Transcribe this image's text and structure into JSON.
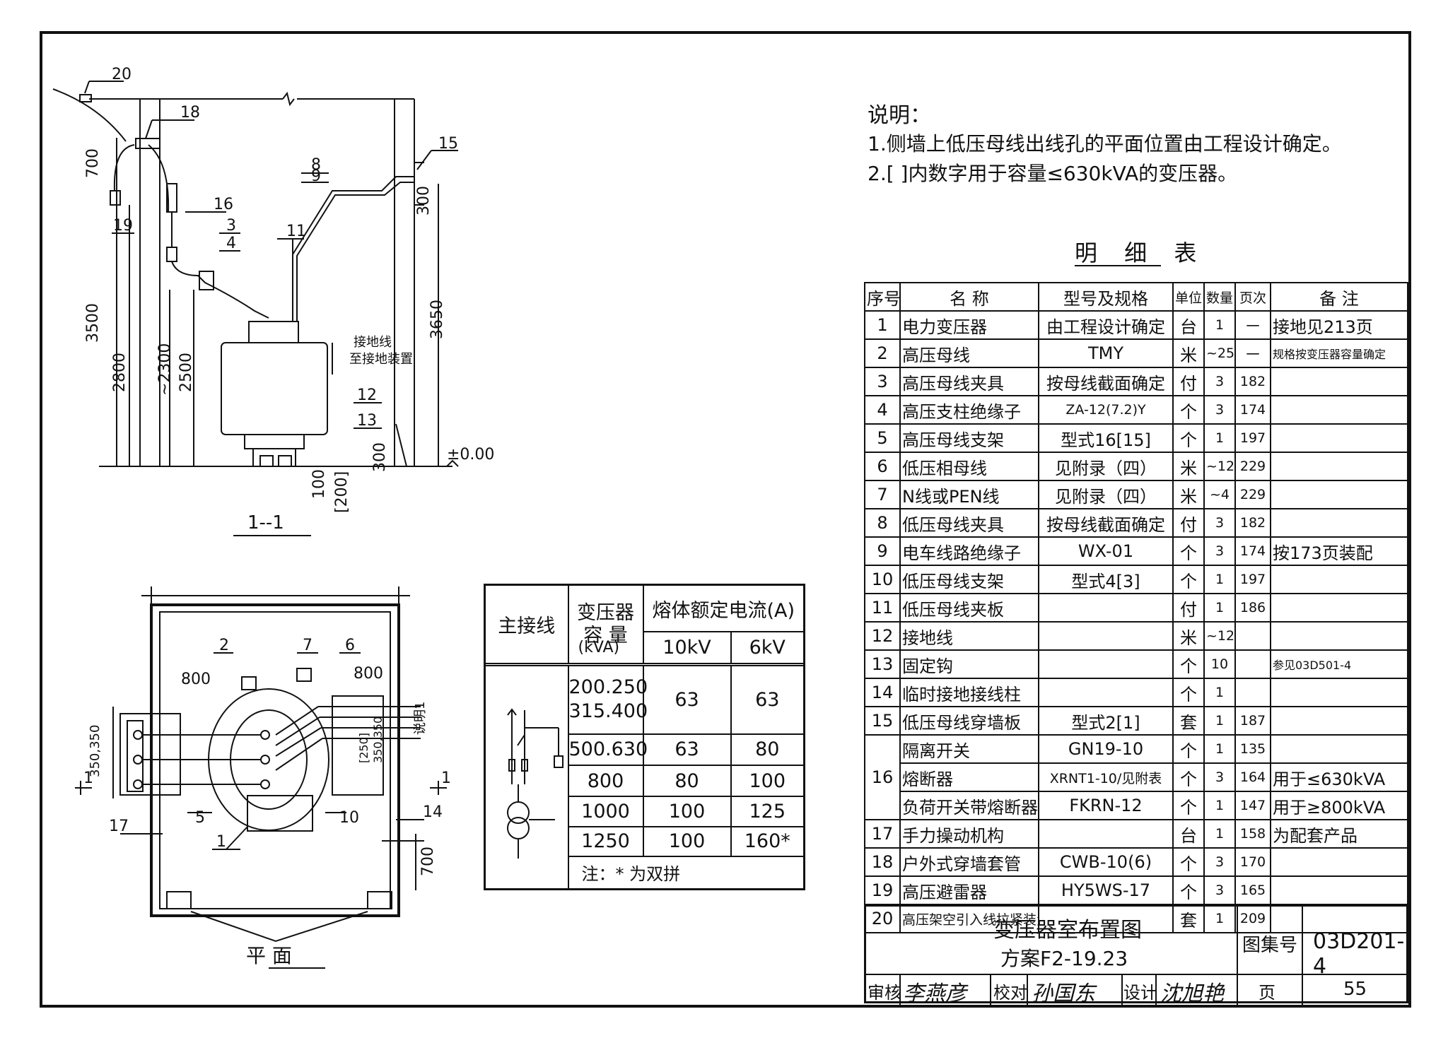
{
  "notes": {
    "heading": "说明：",
    "items": [
      "1.侧墙上低压母线出线孔的平面位置由工程设计确定。",
      "2.[ ]内数字用于容量≤630kVA的变压器。"
    ]
  },
  "section_view": {
    "title": "1--1",
    "dims": {
      "d700": "700",
      "d3500": "3500",
      "d2800": "2800",
      "d2300": "~2300",
      "d2500": "2500",
      "d3650": "3650",
      "d300a": "300",
      "d300b": "300",
      "d100": "100",
      "d200": "[200]",
      "zero": "±0.00"
    },
    "callouts": [
      "20",
      "18",
      "19",
      "16",
      "3",
      "4",
      "11",
      "8",
      "9",
      "15",
      "12",
      "13"
    ],
    "ground_label": [
      "接地线",
      "至接地装置"
    ]
  },
  "plan_view": {
    "title": "平  面",
    "dims": {
      "d800a": "800",
      "d800b": "800",
      "d350": "350,350",
      "d350b": "350,350",
      "d250": "[250]",
      "d700": "700"
    },
    "callouts": [
      "2",
      "7",
      "6",
      "5",
      "10",
      "17",
      "1",
      "14"
    ],
    "section_mark": "1",
    "note_tag": "说明1"
  },
  "fuse_table": {
    "h_main": "主接线",
    "h_cap": [
      "变压器",
      "容  量",
      "(kVA)"
    ],
    "h_current": "熔体额定电流(A)",
    "h_10kv": "10kV",
    "h_6kv": "6kV",
    "rows": [
      {
        "cap": "200.250\n315.400",
        "kv10": "63",
        "kv6": "63"
      },
      {
        "cap": "500.630",
        "kv10": "63",
        "kv6": "80"
      },
      {
        "cap": "800",
        "kv10": "80",
        "kv6": "100"
      },
      {
        "cap": "1000",
        "kv10": "100",
        "kv6": "125"
      },
      {
        "cap": "1250",
        "kv10": "100",
        "kv6": "160*"
      }
    ],
    "footnote": "注：* 为双拼"
  },
  "parts_table": {
    "title": "明 细 表",
    "headers": [
      "序号",
      "名    称",
      "型号及规格",
      "单位",
      "数量",
      "页次",
      "备    注"
    ],
    "rows": [
      {
        "no": "1",
        "name": "电力变压器",
        "spec": "由工程设计确定",
        "unit": "台",
        "qty": "1",
        "page": "一",
        "remark": "接地见213页"
      },
      {
        "no": "2",
        "name": "高压母线",
        "spec": "TMY",
        "unit": "米",
        "qty": "~25",
        "page": "一",
        "remark": "规格按变压器容量确定"
      },
      {
        "no": "3",
        "name": "高压母线夹具",
        "spec": "按母线截面确定",
        "unit": "付",
        "qty": "3",
        "page": "182",
        "remark": ""
      },
      {
        "no": "4",
        "name": "高压支柱绝缘子",
        "spec": "ZA-12(7.2)Y",
        "unit": "个",
        "qty": "3",
        "page": "174",
        "remark": ""
      },
      {
        "no": "5",
        "name": "高压母线支架",
        "spec": "型式16[15]",
        "unit": "个",
        "qty": "1",
        "page": "197",
        "remark": ""
      },
      {
        "no": "6",
        "name": "低压相母线",
        "spec": "见附录（四）",
        "unit": "米",
        "qty": "~12",
        "page": "229",
        "remark": ""
      },
      {
        "no": "7",
        "name": "N线或PEN线",
        "spec": "见附录（四）",
        "unit": "米",
        "qty": "~4",
        "page": "229",
        "remark": ""
      },
      {
        "no": "8",
        "name": "低压母线夹具",
        "spec": "按母线截面确定",
        "unit": "付",
        "qty": "3",
        "page": "182",
        "remark": ""
      },
      {
        "no": "9",
        "name": "电车线路绝缘子",
        "spec": "WX-01",
        "unit": "个",
        "qty": "3",
        "page": "174",
        "remark": "按173页装配"
      },
      {
        "no": "10",
        "name": "低压母线支架",
        "spec": "型式4[3]",
        "unit": "个",
        "qty": "1",
        "page": "197",
        "remark": ""
      },
      {
        "no": "11",
        "name": "低压母线夹板",
        "spec": "",
        "unit": "付",
        "qty": "1",
        "page": "186",
        "remark": ""
      },
      {
        "no": "12",
        "name": "接地线",
        "spec": "",
        "unit": "米",
        "qty": "~12",
        "page": "",
        "remark": ""
      },
      {
        "no": "13",
        "name": "固定钩",
        "spec": "",
        "unit": "个",
        "qty": "10",
        "page": "",
        "remark": "参见03D501-4"
      },
      {
        "no": "14",
        "name": "临时接地接线柱",
        "spec": "",
        "unit": "个",
        "qty": "1",
        "page": "",
        "remark": ""
      },
      {
        "no": "15",
        "name": "低压母线穿墙板",
        "spec": "型式2[1]",
        "unit": "套",
        "qty": "1",
        "page": "187",
        "remark": ""
      },
      {
        "no": "16",
        "name": "隔离开关",
        "spec": "GN19-10",
        "unit": "个",
        "qty": "1",
        "page": "135",
        "remark": ""
      },
      {
        "no": "",
        "name": "熔断器",
        "spec": "XRNT1-10/见附表",
        "unit": "个",
        "qty": "3",
        "page": "164",
        "remark": "用于≤630kVA"
      },
      {
        "no": "",
        "name": "负荷开关带熔断器",
        "spec": "FKRN-12",
        "unit": "个",
        "qty": "1",
        "page": "147",
        "remark": "用于≥800kVA"
      },
      {
        "no": "17",
        "name": "手力操动机构",
        "spec": "",
        "unit": "台",
        "qty": "1",
        "page": "158",
        "remark": "为配套产品"
      },
      {
        "no": "18",
        "name": "户外式穿墙套管",
        "spec": "CWB-10(6)",
        "unit": "个",
        "qty": "3",
        "page": "170",
        "remark": ""
      },
      {
        "no": "19",
        "name": "高压避雷器",
        "spec": "HY5WS-17",
        "unit": "个",
        "qty": "3",
        "page": "165",
        "remark": ""
      },
      {
        "no": "20",
        "name": "高压架空引入线拉紧装置",
        "spec": "",
        "unit": "套",
        "qty": "1",
        "page": "209",
        "remark": ""
      }
    ]
  },
  "title_block": {
    "drawing_title": "变压器室布置图",
    "scheme": "方案F2-19.23",
    "atlas_label": "图集号",
    "atlas_no": "03D201-4",
    "review": "审核",
    "check": "校对",
    "design": "设计",
    "page_label": "页",
    "page_no": "55",
    "sig_review": "李燕彦",
    "sig_check": "孙国东",
    "sig_design": "沈旭艳"
  }
}
